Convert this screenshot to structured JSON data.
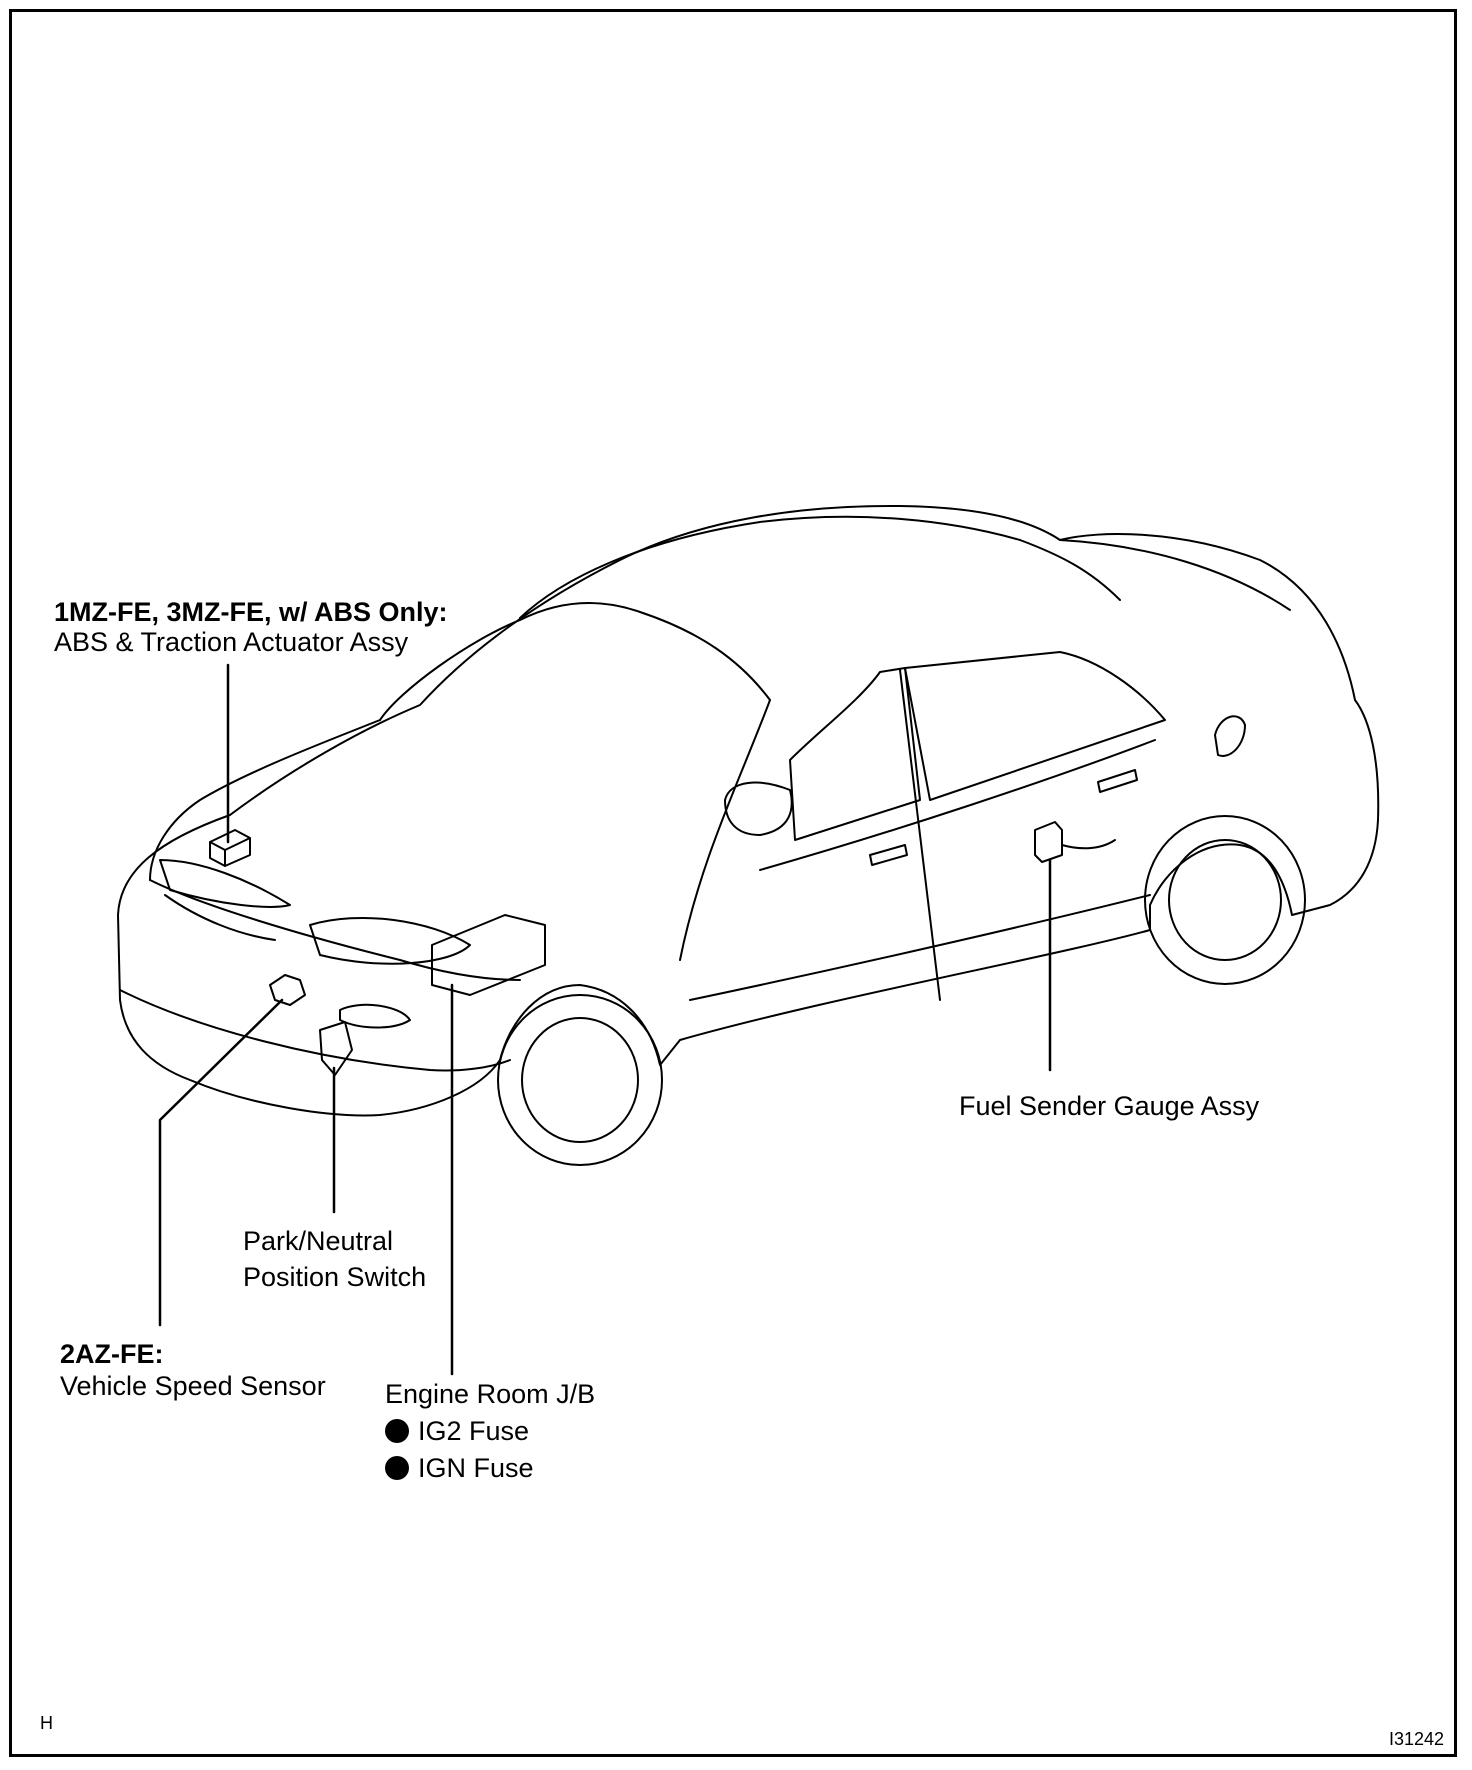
{
  "labels": {
    "abs_condition": "1MZ-FE, 3MZ-FE, w/ ABS Only:",
    "abs_name": "ABS & Traction Actuator Assy",
    "fuel_sender": "Fuel Sender Gauge Assy",
    "pns_line1": "Park/Neutral",
    "pns_line2": "Position Switch",
    "vss_condition": "2AZ-FE:",
    "vss_name": "Vehicle Speed Sensor",
    "jb_name": "Engine Room J/B",
    "jb_items": [
      "IG2 Fuse",
      "IGN Fuse"
    ]
  },
  "corner": {
    "left": "H",
    "right": "I31242"
  }
}
